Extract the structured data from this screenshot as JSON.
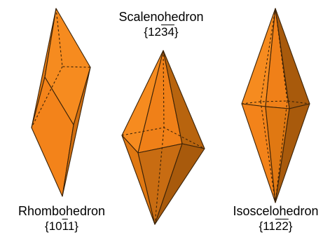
{
  "labels": {
    "scalenohedron": {
      "name": "Scalenohedron",
      "index": [
        "{12",
        "3",
        "4",
        "}"
      ]
    },
    "rhombohedron": {
      "name": "Rhombohedron",
      "index": [
        "{10",
        "1",
        "1",
        "}"
      ]
    },
    "isoscelohedron": {
      "name": "Isoscelohedron",
      "index": [
        "{11",
        "2",
        "2",
        "}"
      ]
    }
  },
  "colors": {
    "face_light": "#f68b1f",
    "face_mid": "#e07812",
    "face_dark": "#a85a0c",
    "edge": "#3a2208"
  }
}
